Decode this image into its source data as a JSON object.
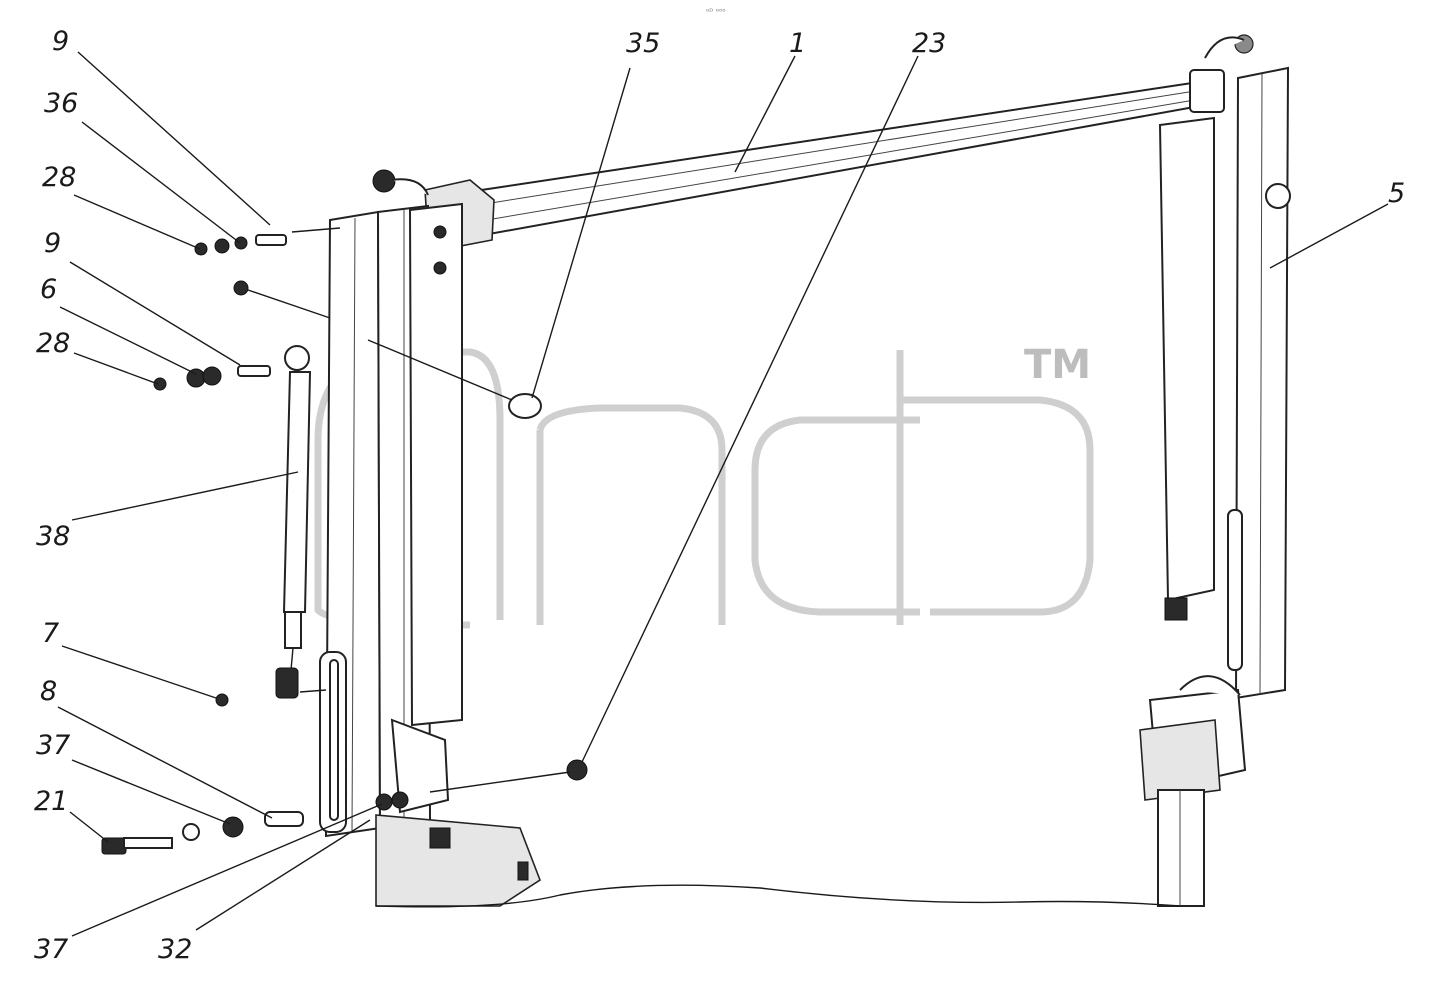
{
  "header_mark": "ᵒᴰ ᵒᵒᵒ",
  "watermark": {
    "text": "опсь",
    "trademark": "TM"
  },
  "callouts": [
    {
      "id": "c1",
      "label": "9"
    },
    {
      "id": "c2",
      "label": "36"
    },
    {
      "id": "c3",
      "label": "28"
    },
    {
      "id": "c4",
      "label": "9"
    },
    {
      "id": "c5",
      "label": "6"
    },
    {
      "id": "c6",
      "label": "28"
    },
    {
      "id": "c7",
      "label": "38"
    },
    {
      "id": "c8",
      "label": "7"
    },
    {
      "id": "c9",
      "label": "8"
    },
    {
      "id": "c10",
      "label": "37"
    },
    {
      "id": "c11",
      "label": "21"
    },
    {
      "id": "c12",
      "label": "37"
    },
    {
      "id": "c13",
      "label": "32"
    },
    {
      "id": "c14",
      "label": "35"
    },
    {
      "id": "c15",
      "label": "1"
    },
    {
      "id": "c16",
      "label": "23"
    },
    {
      "id": "c17",
      "label": "5"
    }
  ]
}
